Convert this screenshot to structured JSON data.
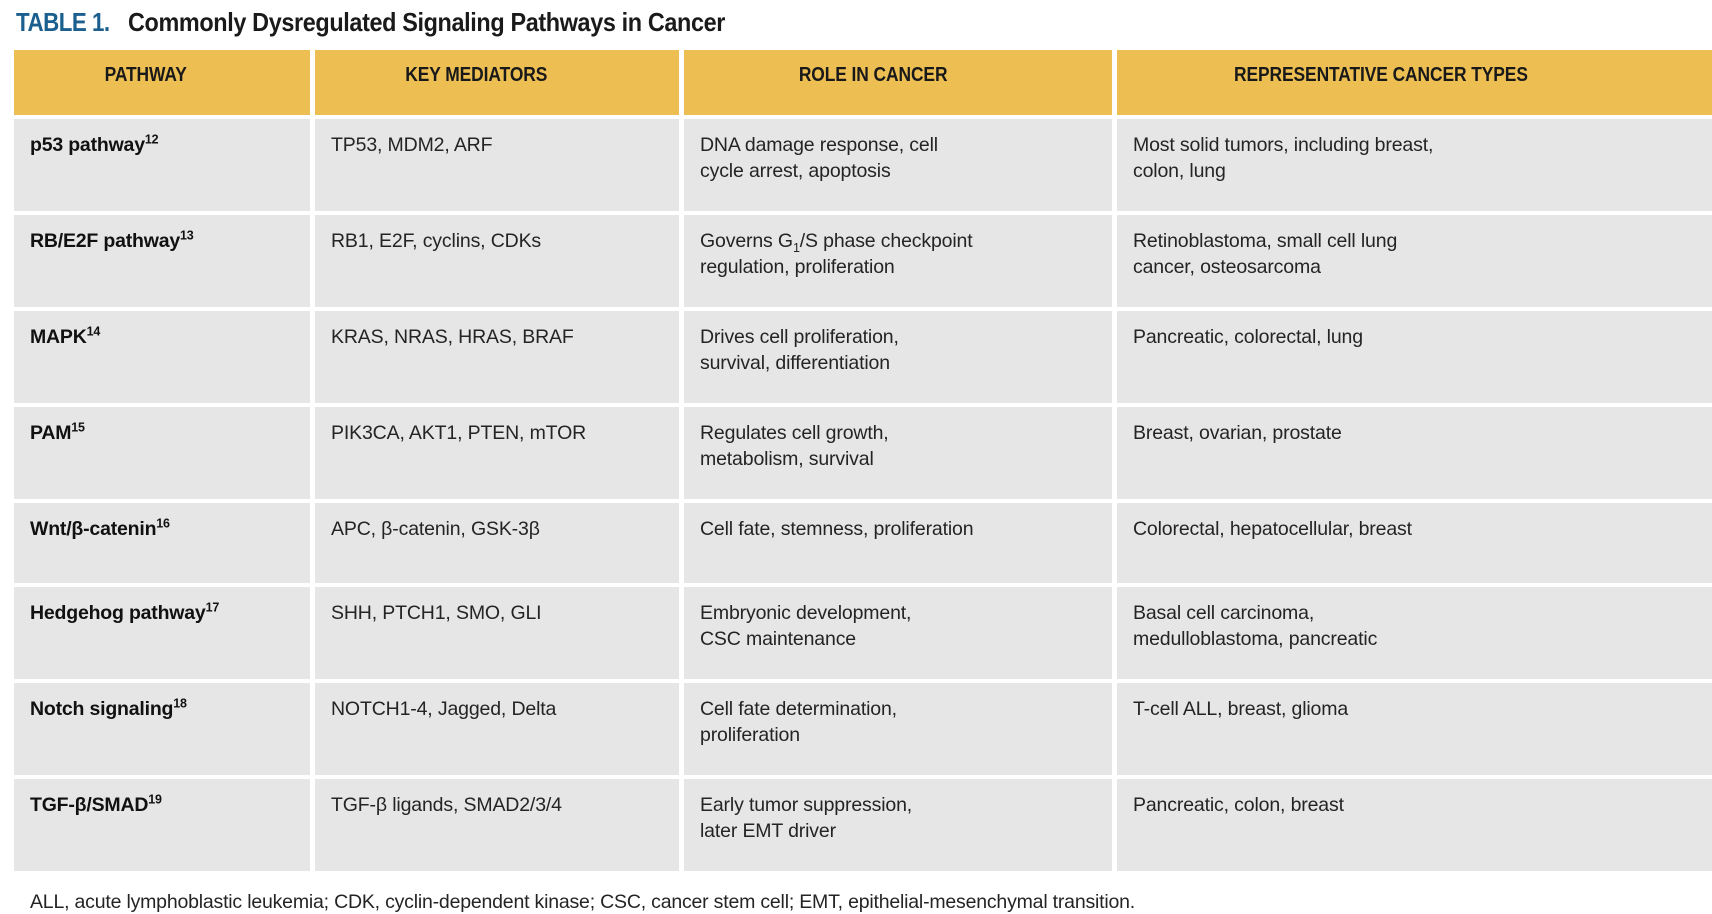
{
  "title": {
    "label": "TABLE 1.",
    "text": "Commonly Dysregulated Signaling Pathways in Cancer",
    "label_color": "#1a5f8e",
    "text_color": "#1a1a1a"
  },
  "colors": {
    "header_bg": "#EDBF52",
    "cell_bg": "#E6E6E6",
    "page_bg": "#FFFFFF",
    "text": "#242424"
  },
  "table": {
    "columns": [
      "PATHWAY",
      "KEY MEDIATORS",
      "ROLE IN CANCER",
      "REPRESENTATIVE CANCER TYPES"
    ],
    "rows": [
      {
        "pathway": "p53 pathway",
        "pathway_ref": "12",
        "mediators": "TP53, MDM2, ARF",
        "role_line1": "DNA damage response, cell",
        "role_line2": "cycle arrest, apoptosis",
        "cancers_line1": "Most solid tumors, including breast,",
        "cancers_line2": "colon, lung"
      },
      {
        "pathway": "RB/E2F pathway",
        "pathway_ref": "13",
        "mediators": "RB1, E2F, cyclins, CDKs",
        "role_line1": "Governs G",
        "role_sub": "1",
        "role_line1b": "/S phase checkpoint",
        "role_line2": "regulation, proliferation",
        "cancers_line1": "Retinoblastoma, small cell lung",
        "cancers_line2": "cancer, osteosarcoma"
      },
      {
        "pathway": "MAPK",
        "pathway_ref": "14",
        "mediators": "KRAS, NRAS, HRAS, BRAF",
        "role_line1": "Drives cell proliferation,",
        "role_line2": "survival, differentiation",
        "cancers_line1": "Pancreatic, colorectal, lung",
        "cancers_line2": ""
      },
      {
        "pathway": "PAM",
        "pathway_ref": "15",
        "mediators": "PIK3CA, AKT1, PTEN, mTOR",
        "role_line1": "Regulates cell growth,",
        "role_line2": "metabolism, survival",
        "cancers_line1": "Breast, ovarian, prostate",
        "cancers_line2": ""
      },
      {
        "pathway": "Wnt/β-catenin",
        "pathway_ref": "16",
        "mediators": "APC, β-catenin, GSK-3β",
        "role_line1": "Cell fate, stemness, proliferation",
        "role_line2": "",
        "cancers_line1": "Colorectal, hepatocellular, breast",
        "cancers_line2": ""
      },
      {
        "pathway": "Hedgehog pathway",
        "pathway_ref": "17",
        "mediators": "SHH, PTCH1, SMO, GLI",
        "role_line1": "Embryonic development,",
        "role_line2": "CSC maintenance",
        "cancers_line1": "Basal cell carcinoma,",
        "cancers_line2": "medulloblastoma, pancreatic"
      },
      {
        "pathway": "Notch signaling",
        "pathway_ref": "18",
        "mediators": "NOTCH1-4, Jagged, Delta",
        "role_line1": "Cell fate determination,",
        "role_line2": "proliferation",
        "cancers_line1": "T-cell ALL, breast, glioma",
        "cancers_line2": ""
      },
      {
        "pathway": "TGF-β/SMAD",
        "pathway_ref": "19",
        "mediators": "TGF-β ligands, SMAD2/3/4",
        "role_line1": "Early tumor suppression,",
        "role_line2": "later EMT driver",
        "cancers_line1": "Pancreatic, colon, breast",
        "cancers_line2": ""
      }
    ]
  },
  "footnote": "ALL, acute lymphoblastic leukemia; CDK, cyclin-dependent kinase; CSC, cancer stem cell; EMT, epithelial-mesenchymal transition."
}
